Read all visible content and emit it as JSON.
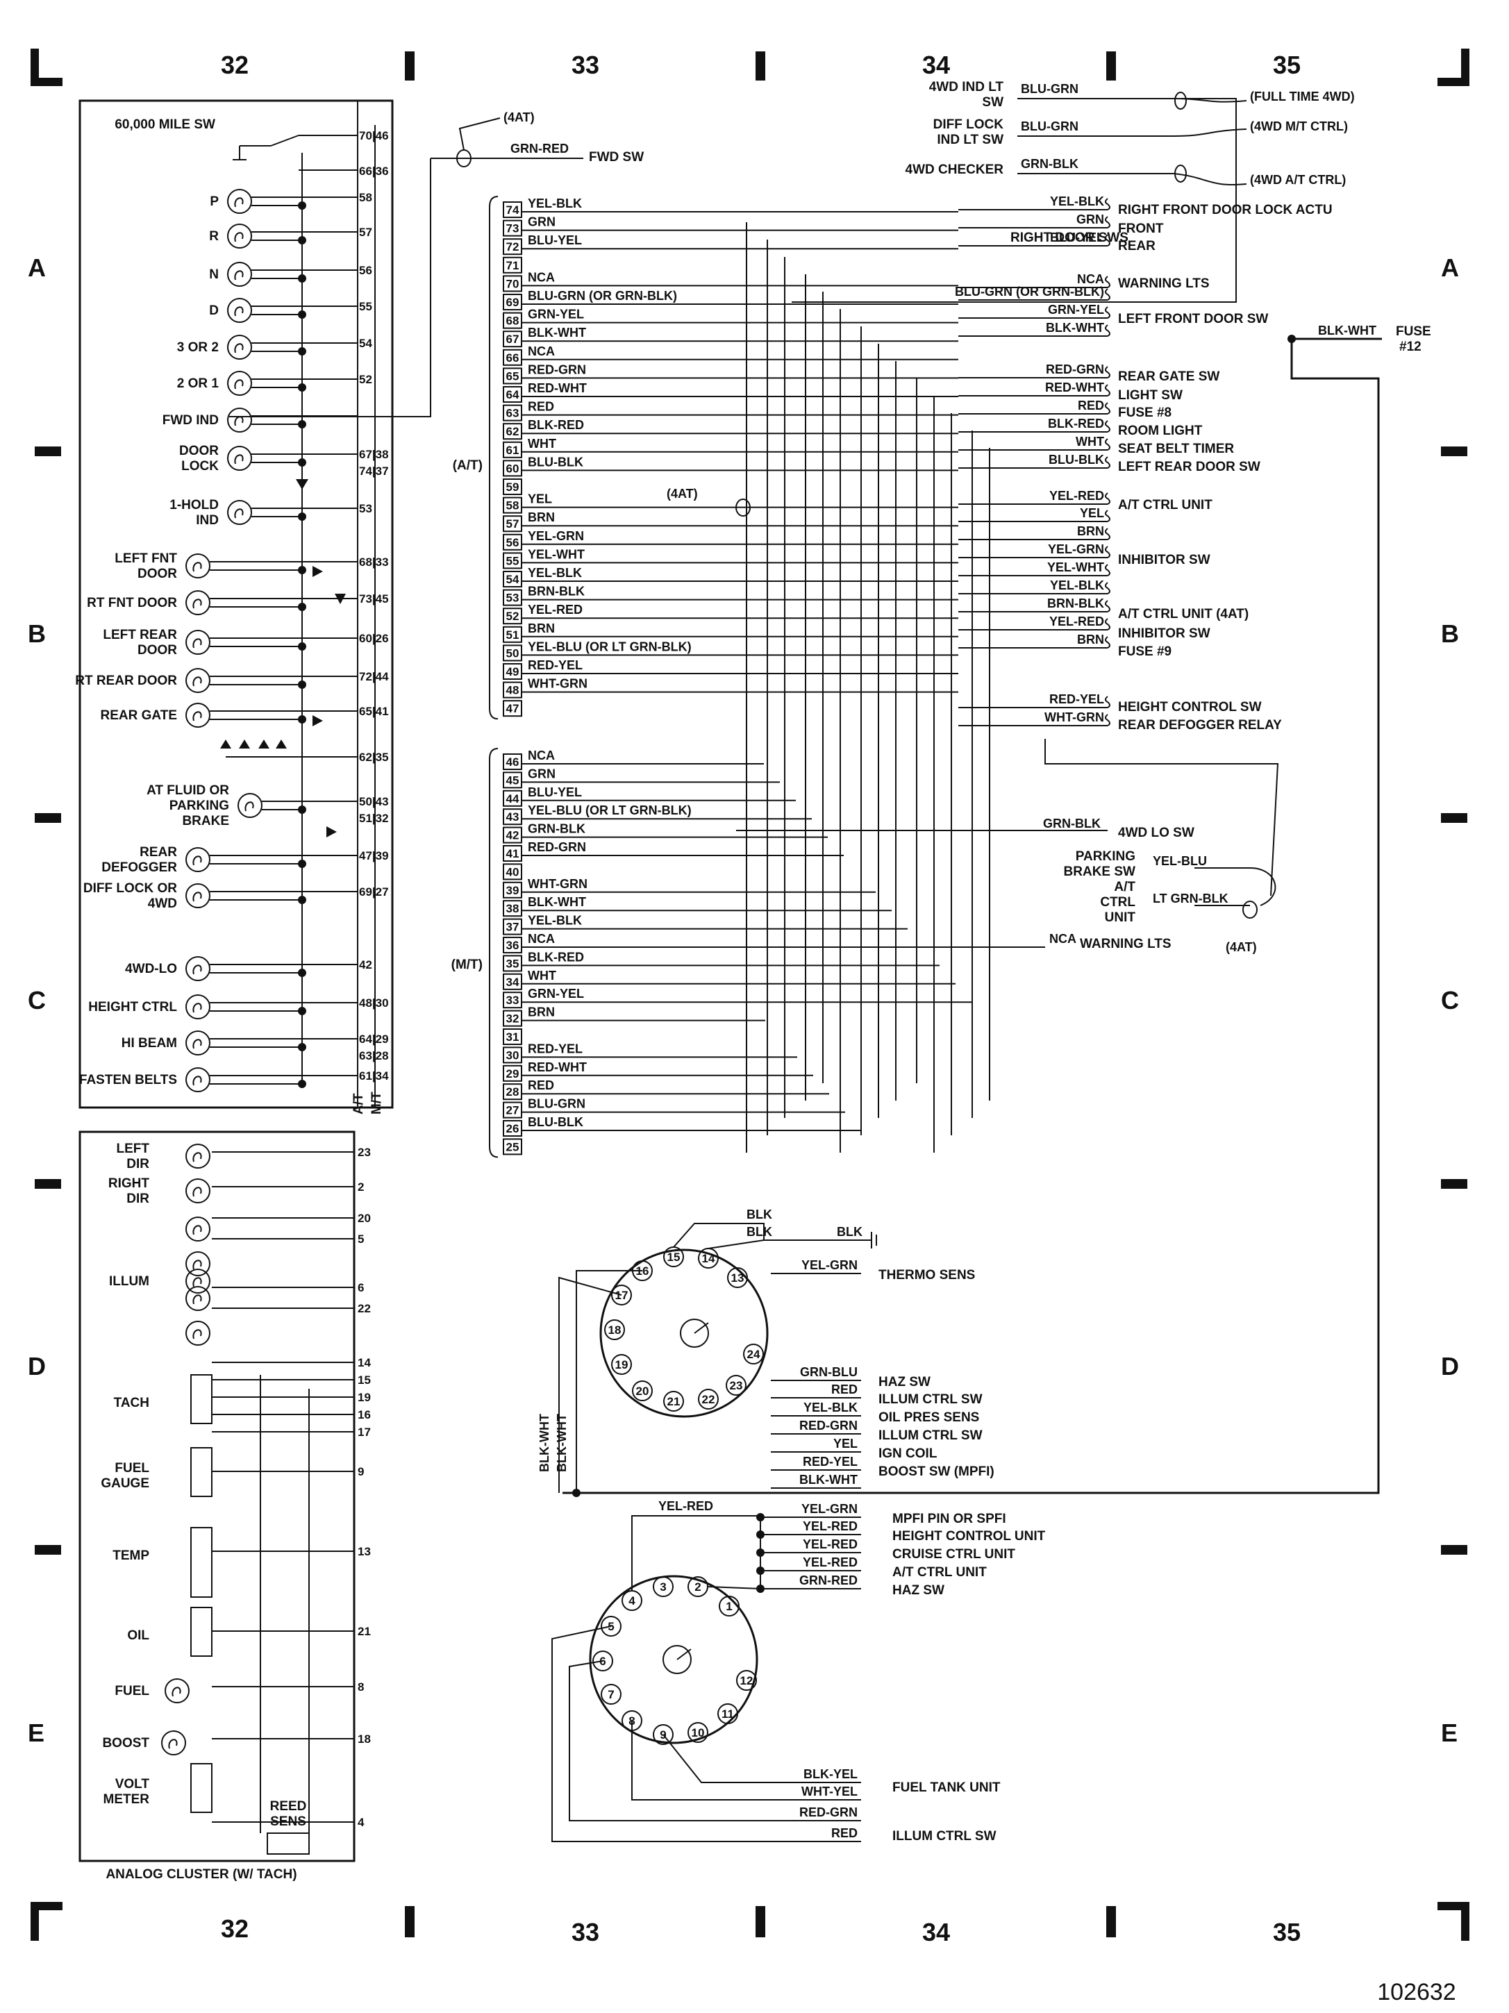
{
  "grid": {
    "columns": [
      "32",
      "33",
      "34",
      "35"
    ],
    "rows": [
      "A",
      "B",
      "C",
      "D",
      "E"
    ]
  },
  "figure_id": "102632",
  "top_right": {
    "labels": [
      "4WD IND LT SW",
      "DIFF LOCK IND LT SW",
      "4WD CHECKER"
    ],
    "wires": [
      "BLU-GRN",
      "BLU-GRN",
      "GRN-BLK"
    ],
    "options": [
      "(FULL TIME 4WD)",
      "(4WD M/T CTRL)",
      "(4WD A/T CTRL)"
    ]
  },
  "fwd_sw": {
    "tag": "(4AT)",
    "wire": "GRN-RED",
    "label": "FWD SW"
  },
  "cluster_top": {
    "mile_sw": "60,000 MILE SW",
    "items": [
      {
        "label": "P",
        "pin": "58"
      },
      {
        "label": "R",
        "pin": "57"
      },
      {
        "label": "N",
        "pin": "56"
      },
      {
        "label": "D",
        "pin": "55"
      },
      {
        "label": "3 OR 2",
        "pin": "54"
      },
      {
        "label": "2 OR 1",
        "pin": "52"
      },
      {
        "label": "FWD IND",
        "pin": ""
      },
      {
        "label": "DOOR LOCK",
        "pin": "67|38 74|37"
      },
      {
        "label": "1-HOLD IND",
        "pin": "53"
      },
      {
        "label": "LEFT FNT DOOR",
        "pin": "68|33"
      },
      {
        "label": "RT FNT DOOR",
        "pin": "73|45"
      },
      {
        "label": "LEFT REAR DOOR",
        "pin": "60|26"
      },
      {
        "label": "RT REAR DOOR",
        "pin": "72|44"
      },
      {
        "label": "REAR GATE",
        "pin": "65|41"
      },
      {
        "label": "AT FLUID OR PARKING BRAKE",
        "pin": "50|43 51|32"
      },
      {
        "label": "REAR DEFOGGER",
        "pin": "47|39"
      },
      {
        "label": "DIFF LOCK OR 4WD",
        "pin": "69|27"
      },
      {
        "label": "4WD-LO",
        "pin": "42"
      },
      {
        "label": "HEIGHT CTRL",
        "pin": "48|30"
      },
      {
        "label": "HI BEAM",
        "pin": "64|29 63|28"
      },
      {
        "label": "FASTEN BELTS",
        "pin": "61|34"
      }
    ],
    "mile_pins": [
      "70|46",
      "66|36"
    ],
    "extra_pins": [
      "62|35"
    ],
    "footer": [
      "A/T",
      "M/T"
    ]
  },
  "cluster_bottom": {
    "title": "ANALOG CLUSTER (W/ TACH)",
    "items": [
      {
        "label": "LEFT DIR",
        "pins": [
          "23"
        ]
      },
      {
        "label": "RIGHT DIR",
        "pins": [
          "2"
        ]
      },
      {
        "label": "ILLUM",
        "pins": [
          "20",
          "5",
          "6",
          "22"
        ]
      },
      {
        "label": "TACH",
        "pins": [
          "14",
          "15",
          "19",
          "16",
          "17"
        ]
      },
      {
        "label": "FUEL GAUGE",
        "pins": [
          "9"
        ]
      },
      {
        "label": "TEMP",
        "pins": [
          "13"
        ]
      },
      {
        "label": "OIL",
        "pins": [
          "21"
        ]
      },
      {
        "label": "FUEL",
        "pins": [
          "8"
        ]
      },
      {
        "label": "BOOST",
        "pins": [
          "18"
        ]
      },
      {
        "label": "VOLT METER",
        "pins": []
      },
      {
        "label": "REED SENS",
        "pins": [
          "4"
        ]
      }
    ]
  },
  "at_connector": {
    "label": "(A/T)",
    "rows": [
      {
        "pin": "74",
        "wire": "YEL-BLK"
      },
      {
        "pin": "73",
        "wire": "GRN"
      },
      {
        "pin": "72",
        "wire": "BLU-YEL"
      },
      {
        "pin": "71",
        "wire": ""
      },
      {
        "pin": "70",
        "wire": "NCA"
      },
      {
        "pin": "69",
        "wire": "BLU-GRN (OR GRN-BLK)"
      },
      {
        "pin": "68",
        "wire": "GRN-YEL"
      },
      {
        "pin": "67",
        "wire": "BLK-WHT"
      },
      {
        "pin": "66",
        "wire": "NCA"
      },
      {
        "pin": "65",
        "wire": "RED-GRN"
      },
      {
        "pin": "64",
        "wire": "RED-WHT"
      },
      {
        "pin": "63",
        "wire": "RED"
      },
      {
        "pin": "62",
        "wire": "BLK-RED"
      },
      {
        "pin": "61",
        "wire": "WHT"
      },
      {
        "pin": "60",
        "wire": "BLU-BLK"
      },
      {
        "pin": "59",
        "wire": ""
      },
      {
        "pin": "58",
        "wire": "YEL"
      },
      {
        "pin": "57",
        "wire": "BRN"
      },
      {
        "pin": "56",
        "wire": "YEL-GRN"
      },
      {
        "pin": "55",
        "wire": "YEL-WHT"
      },
      {
        "pin": "54",
        "wire": "YEL-BLK"
      },
      {
        "pin": "53",
        "wire": "BRN-BLK"
      },
      {
        "pin": "52",
        "wire": "YEL-RED"
      },
      {
        "pin": "51",
        "wire": "BRN"
      },
      {
        "pin": "50",
        "wire": "YEL-BLU (OR LT GRN-BLK)"
      },
      {
        "pin": "49",
        "wire": "RED-YEL"
      },
      {
        "pin": "48",
        "wire": "WHT-GRN"
      },
      {
        "pin": "47",
        "wire": ""
      }
    ],
    "tag_4at": "(4AT)"
  },
  "mt_connector": {
    "label": "(M/T)",
    "rows": [
      {
        "pin": "46",
        "wire": "NCA"
      },
      {
        "pin": "45",
        "wire": "GRN"
      },
      {
        "pin": "44",
        "wire": "BLU-YEL"
      },
      {
        "pin": "43",
        "wire": "YEL-BLU (OR LT GRN-BLK)"
      },
      {
        "pin": "42",
        "wire": "GRN-BLK"
      },
      {
        "pin": "41",
        "wire": "RED-GRN"
      },
      {
        "pin": "40",
        "wire": ""
      },
      {
        "pin": "39",
        "wire": "WHT-GRN"
      },
      {
        "pin": "38",
        "wire": "BLK-WHT"
      },
      {
        "pin": "37",
        "wire": "YEL-BLK"
      },
      {
        "pin": "36",
        "wire": "NCA"
      },
      {
        "pin": "35",
        "wire": "BLK-RED"
      },
      {
        "pin": "34",
        "wire": "WHT"
      },
      {
        "pin": "33",
        "wire": "GRN-YEL"
      },
      {
        "pin": "32",
        "wire": "BRN"
      },
      {
        "pin": "31",
        "wire": ""
      },
      {
        "pin": "30",
        "wire": "RED-YEL"
      },
      {
        "pin": "29",
        "wire": "RED-WHT"
      },
      {
        "pin": "28",
        "wire": "RED"
      },
      {
        "pin": "27",
        "wire": "BLU-GRN"
      },
      {
        "pin": "26",
        "wire": "BLU-BLK"
      },
      {
        "pin": "25",
        "wire": ""
      }
    ]
  },
  "right_at": [
    {
      "wire": "YEL-BLK",
      "label": "RIGHT FRONT DOOR LOCK ACTU"
    },
    {
      "wire": "GRN",
      "label": "FRONT"
    },
    {
      "wire": "BLU-YEL",
      "label": "REAR"
    },
    {
      "wire": "NCA",
      "label": "WARNING LTS"
    },
    {
      "wire": "BLU-GRN (OR GRN-BLK)",
      "label": ""
    },
    {
      "wire": "GRN-YEL",
      "label": "LEFT FRONT DOOR SW"
    },
    {
      "wire": "BLK-WHT",
      "label": ""
    },
    {
      "wire": "RED-GRN",
      "label": "REAR GATE SW"
    },
    {
      "wire": "RED-WHT",
      "label": "LIGHT SW"
    },
    {
      "wire": "RED",
      "label": "FUSE #8"
    },
    {
      "wire": "BLK-RED",
      "label": "ROOM LIGHT"
    },
    {
      "wire": "WHT",
      "label": "SEAT BELT TIMER"
    },
    {
      "wire": "BLU-BLK",
      "label": "LEFT REAR DOOR SW"
    },
    {
      "wire": "YEL-RED",
      "label": "A/T CTRL UNIT"
    },
    {
      "wire": "YEL",
      "label": ""
    },
    {
      "wire": "BRN",
      "label": ""
    },
    {
      "wire": "YEL-GRN",
      "label": "INHIBITOR SW"
    },
    {
      "wire": "YEL-WHT",
      "label": ""
    },
    {
      "wire": "YEL-BLK",
      "label": ""
    },
    {
      "wire": "BRN-BLK",
      "label": "A/T CTRL UNIT (4AT)"
    },
    {
      "wire": "YEL-RED",
      "label": "INHIBITOR SW"
    },
    {
      "wire": "BRN",
      "label": "FUSE #9"
    },
    {
      "wire": "RED-YEL",
      "label": "HEIGHT CONTROL SW"
    },
    {
      "wire": "WHT-GRN",
      "label": "REAR DEFOGGER RELAY"
    }
  ],
  "right_door_sws": "RIGHT DOOR SWS",
  "fuse12": {
    "wire": "BLK-WHT",
    "label": "FUSE #12"
  },
  "mt_right": [
    {
      "wire": "GRN-BLK",
      "label": "4WD LO SW"
    },
    {
      "wire": "YEL-BLU",
      "label": "PARKING BRAKE SW"
    },
    {
      "wire": "LT GRN-BLK",
      "label": "A/T CTRL UNIT"
    },
    {
      "wire": "NCA",
      "label": "WARNING LTS"
    }
  ],
  "mt_tag": "(4AT)",
  "connector_a": {
    "pins": [
      "13",
      "14",
      "15",
      "16",
      "17",
      "18",
      "19",
      "20",
      "21",
      "22",
      "23",
      "24"
    ],
    "gnd_wires": [
      "BLK",
      "BLK",
      "BLK"
    ],
    "outputs": [
      {
        "wire": "YEL-GRN",
        "label": "THERMO SENS"
      },
      {
        "wire": "GRN-BLU",
        "label": "HAZ SW"
      },
      {
        "wire": "RED",
        "label": "ILLUM CTRL SW"
      },
      {
        "wire": "YEL-BLK",
        "label": "OIL PRES SENS"
      },
      {
        "wire": "RED-GRN",
        "label": "ILLUM CTRL SW"
      },
      {
        "wire": "YEL",
        "label": "IGN COIL"
      },
      {
        "wire": "RED-YEL",
        "label": "BOOST SW (MPFI)"
      },
      {
        "wire": "BLK-WHT",
        "label": ""
      }
    ],
    "vertical": [
      "BLK-WHT",
      "BLK-WHT"
    ]
  },
  "connector_b": {
    "pins": [
      "1",
      "2",
      "3",
      "4",
      "5",
      "6",
      "7",
      "8",
      "9",
      "10",
      "11",
      "12"
    ],
    "top_wire": "YEL-RED",
    "outputs": [
      {
        "wire": "YEL-GRN",
        "label": "MPFI PIN OR SPFI"
      },
      {
        "wire": "YEL-RED",
        "label": "HEIGHT CONTROL UNIT"
      },
      {
        "wire": "YEL-RED",
        "label": "CRUISE CTRL UNIT"
      },
      {
        "wire": "YEL-RED",
        "label": "A/T CTRL UNIT"
      },
      {
        "wire": "GRN-RED",
        "label": "HAZ SW"
      },
      {
        "wire": "BLK-YEL",
        "label": ""
      },
      {
        "wire": "WHT-YEL",
        "label": "FUEL TANK UNIT"
      },
      {
        "wire": "RED-GRN",
        "label": ""
      },
      {
        "wire": "RED",
        "label": "ILLUM CTRL SW"
      }
    ]
  }
}
